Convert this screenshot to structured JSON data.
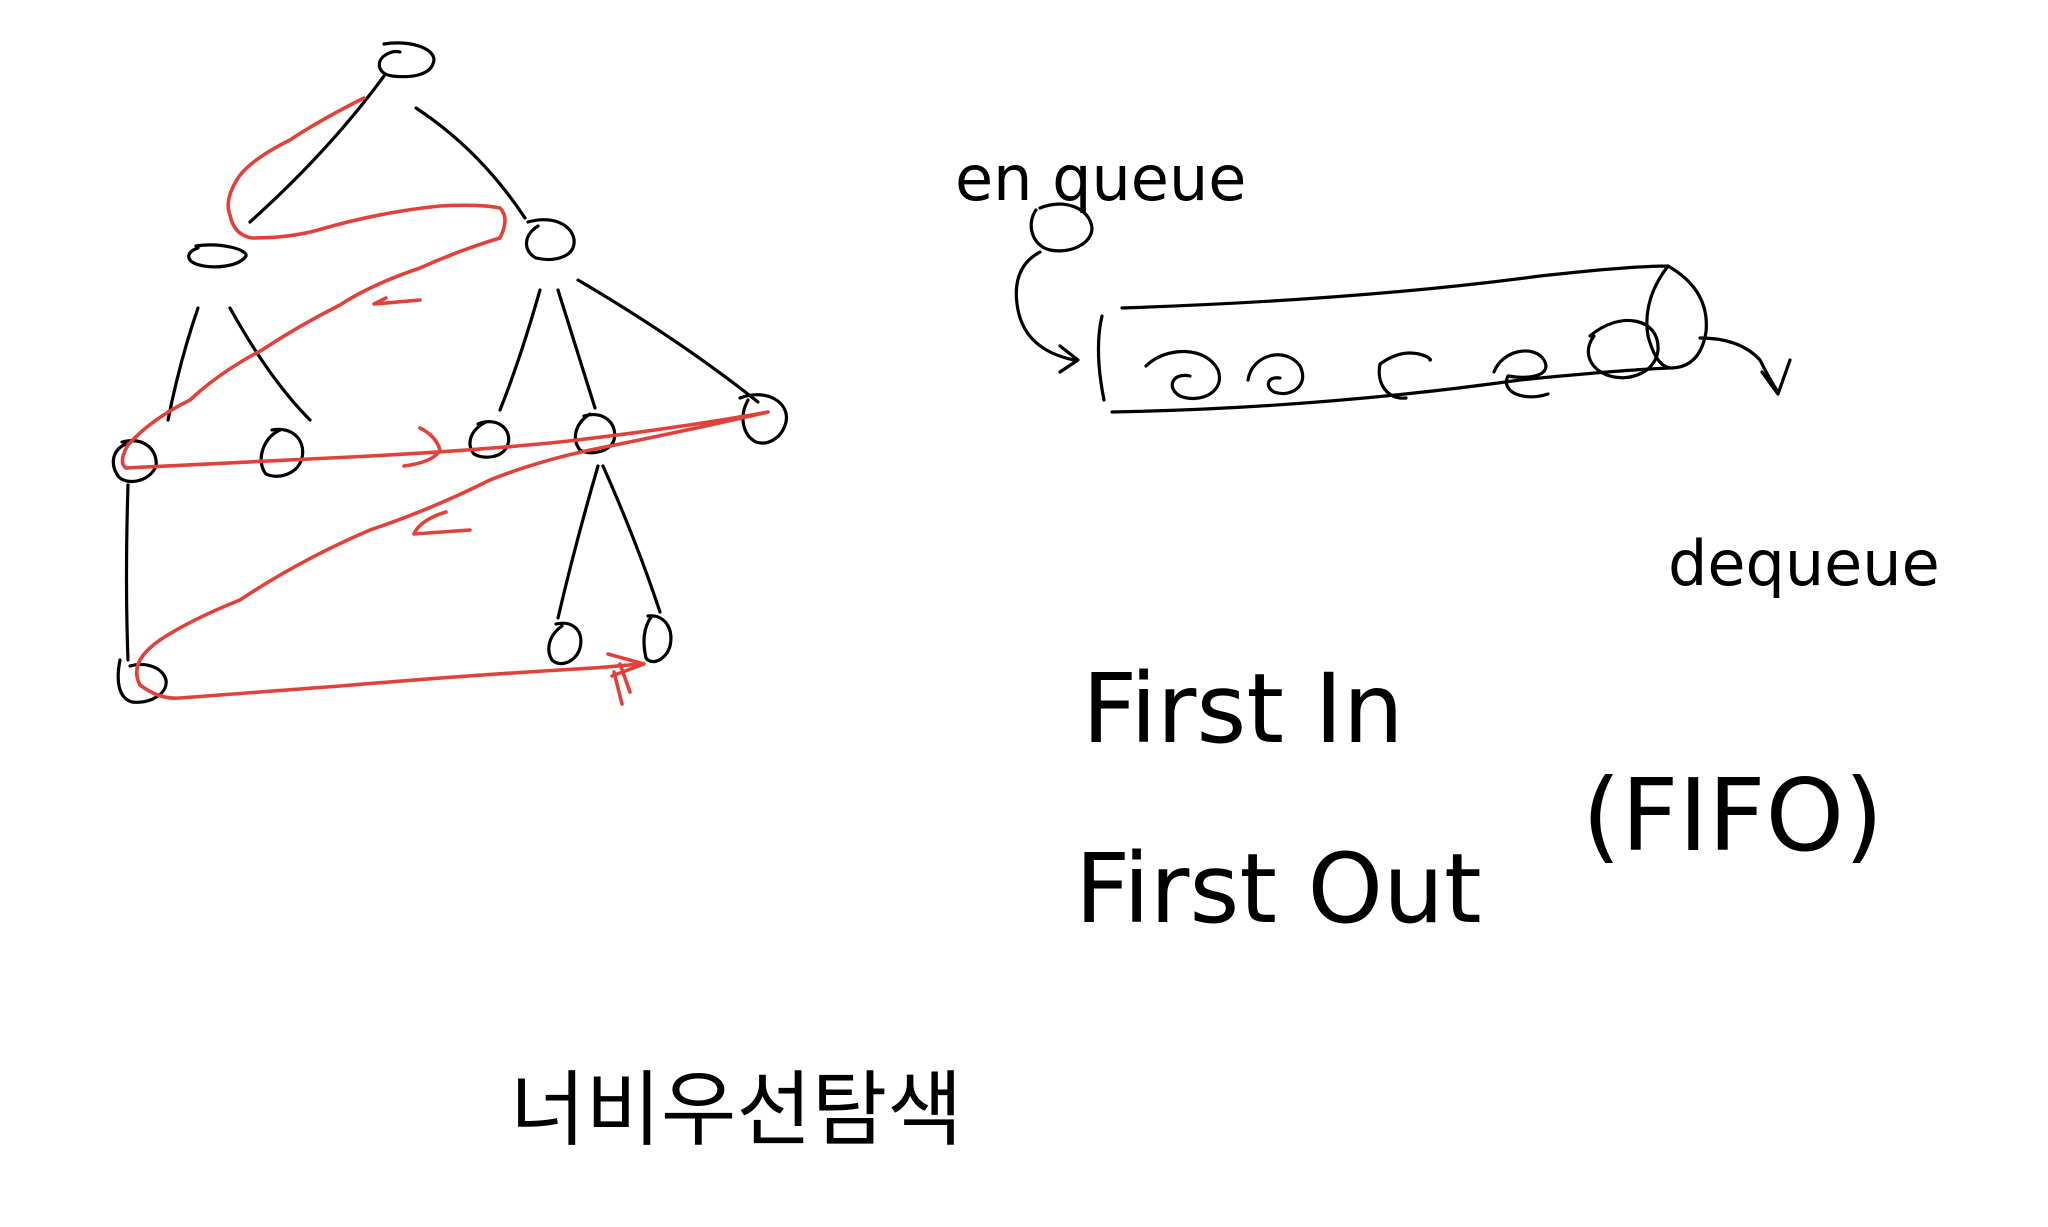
{
  "colors": {
    "ink": "#000000",
    "traversal": "#e0413a",
    "background": "#ffffff"
  },
  "tree": {
    "node_count": 11,
    "edge_count": 10,
    "traversal_order": "level-order"
  },
  "queue": {
    "enqueue_label": "en queue",
    "dequeue_label": "dequeue",
    "items_in_queue": 5
  },
  "notes": {
    "line1": "First In",
    "line2": "First Out",
    "abbrev": "(FIFO)",
    "title_korean": "너비우선탐색"
  }
}
